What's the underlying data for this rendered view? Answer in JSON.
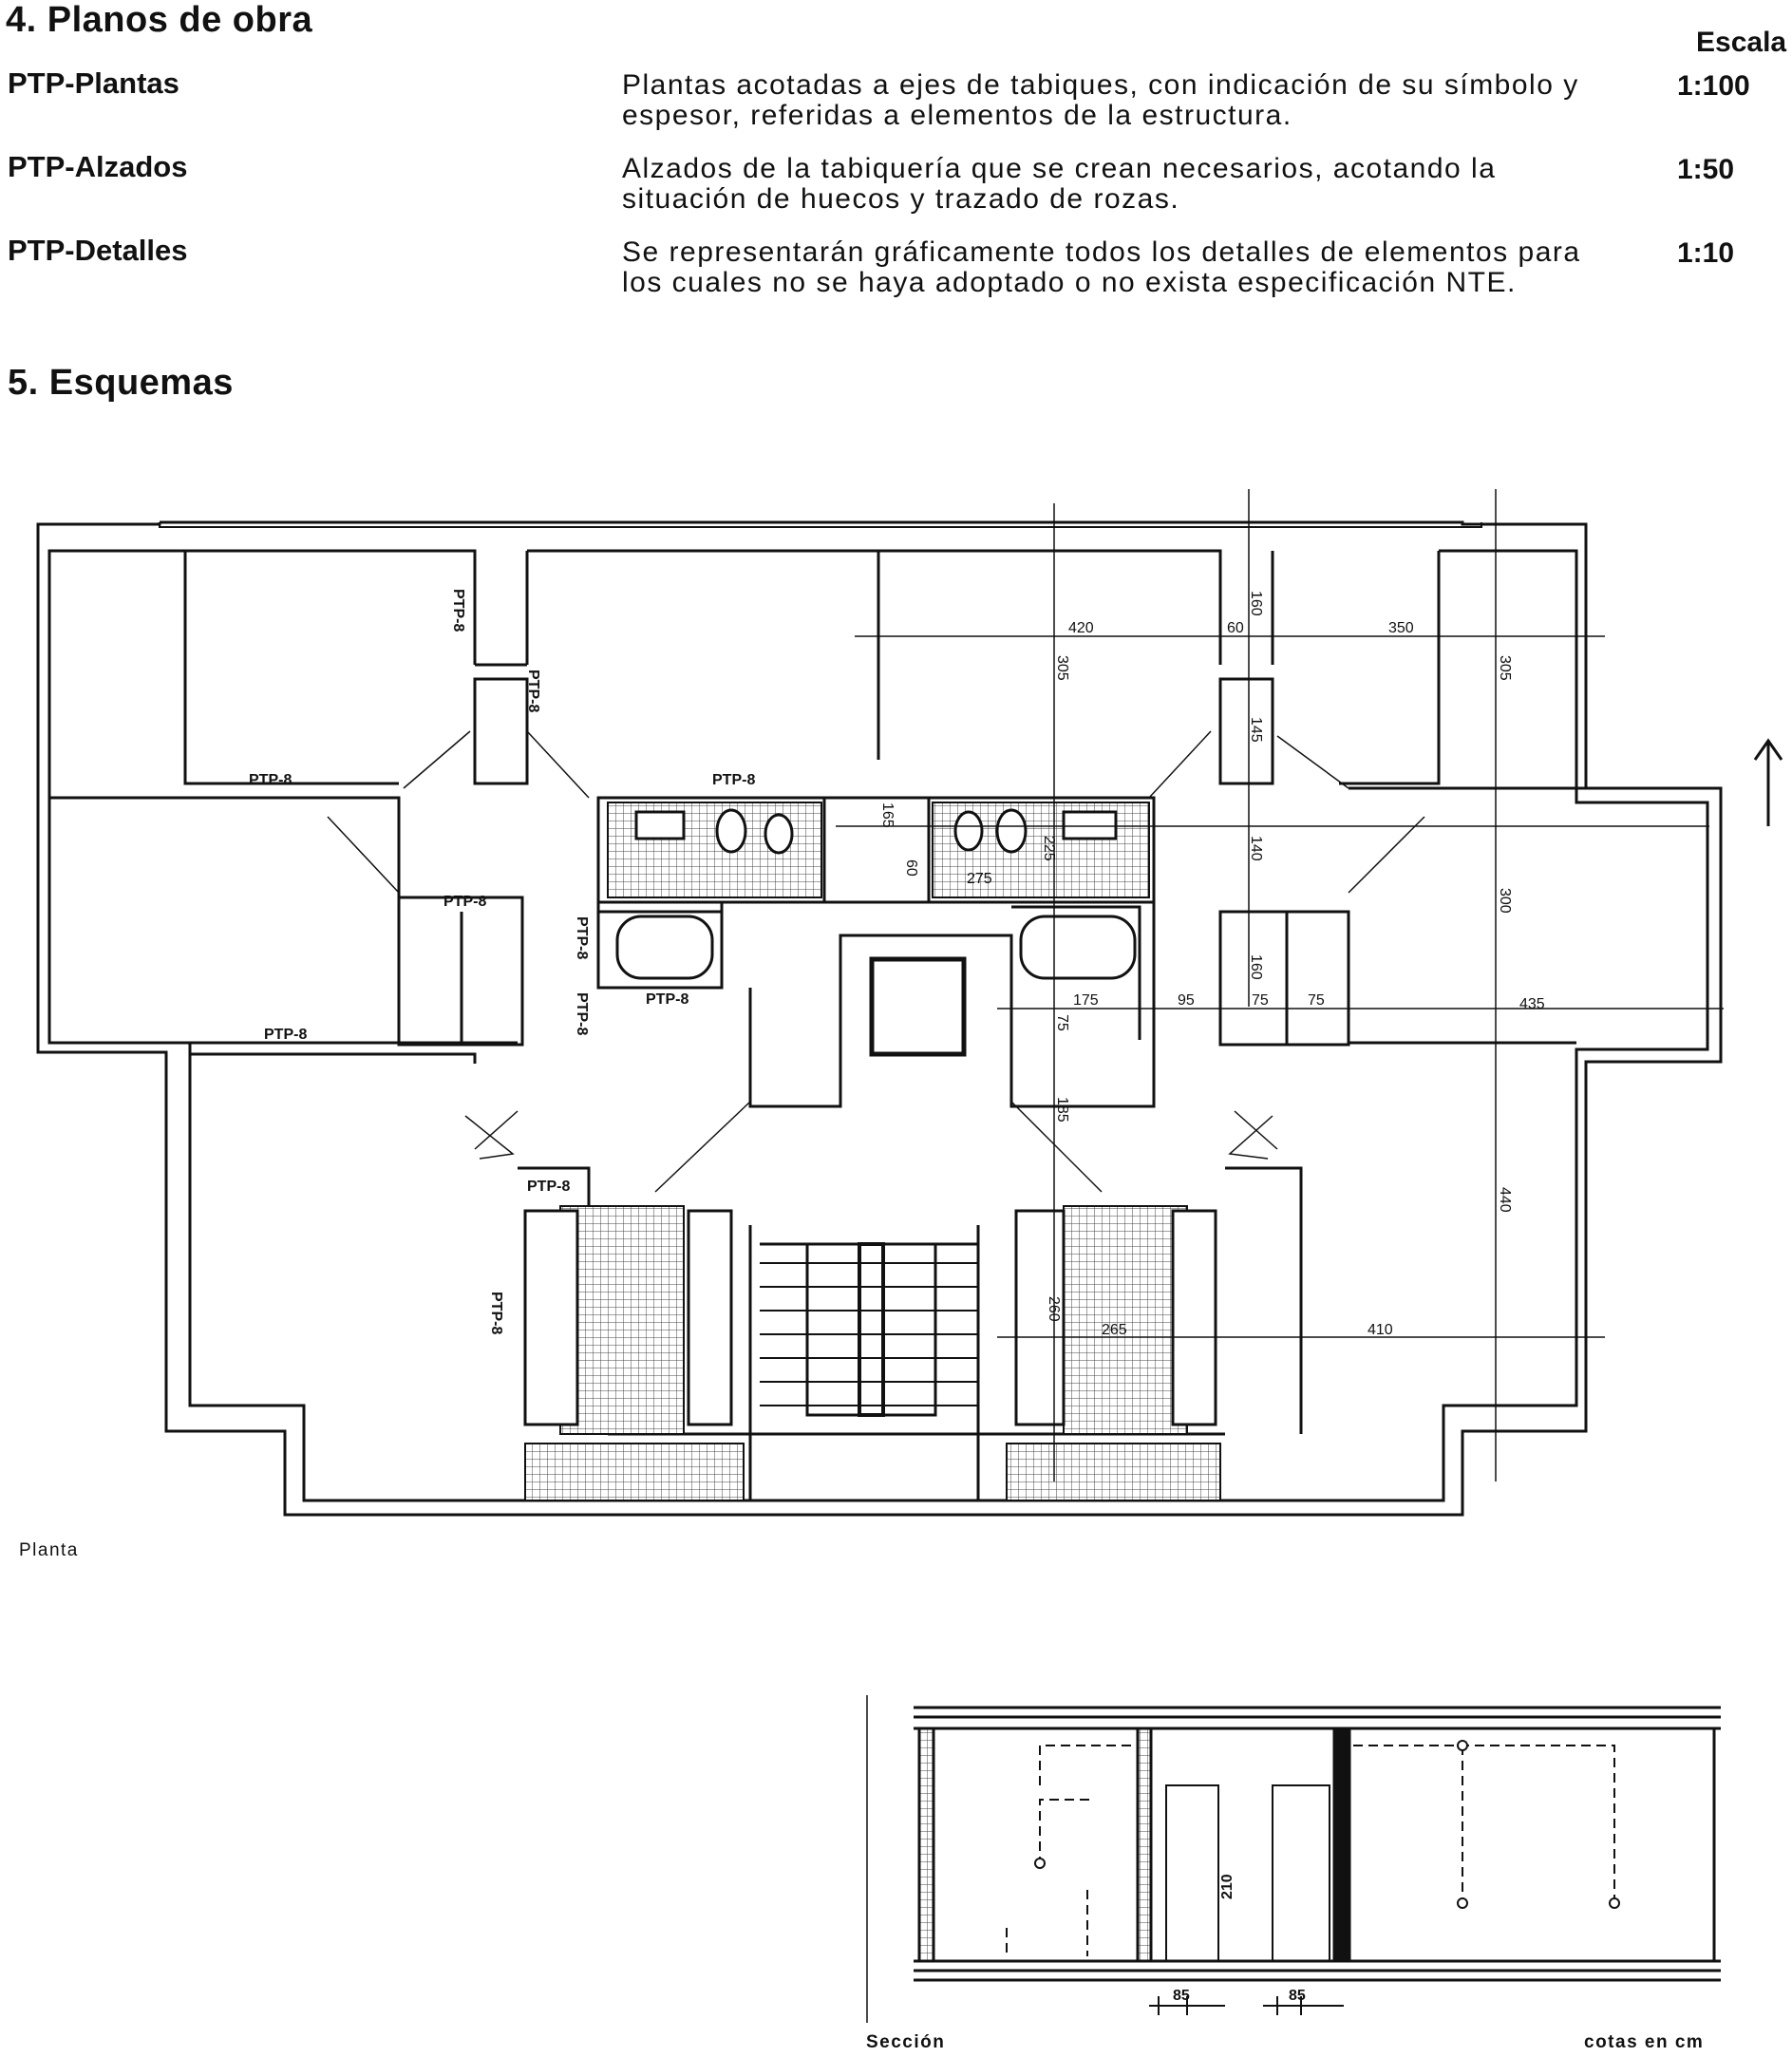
{
  "section4": {
    "heading": "4. Planos de obra",
    "scale_header": "Escala",
    "rows": [
      {
        "code": "PTP-Plantas",
        "desc": "Plantas acotadas a ejes de tabiques, con indicación de su símbolo y espesor, referidas a elementos de la estructura.",
        "scale": "1:100"
      },
      {
        "code": "PTP-Alzados",
        "desc": "Alzados de la tabiquería que se crean necesarios, acotando la situación de huecos y trazado de rozas.",
        "scale": "1:50"
      },
      {
        "code": "PTP-Detalles",
        "desc": "Se representarán gráficamente todos los detalles de elementos para los cuales no se haya adoptado o no exista especificación NTE.",
        "scale": "1:10"
      }
    ]
  },
  "section5": {
    "heading": "5. Esquemas"
  },
  "plan": {
    "caption": "Planta",
    "ptp_label": "PTP-8",
    "dims": {
      "d420": "420",
      "d60": "60",
      "d350": "350",
      "d160a": "160",
      "d305a": "305",
      "d305b": "305",
      "d145": "145",
      "d140": "140",
      "d300": "300",
      "d165": "165",
      "d225": "225",
      "d275": "275",
      "d60b": "60",
      "d160b": "160",
      "d175": "175",
      "d95": "95",
      "d75a": "75",
      "d75b": "75",
      "d435": "435",
      "d75c": "75",
      "d185": "185",
      "d440": "440",
      "d260": "260",
      "d265": "265",
      "d410": "410"
    }
  },
  "section": {
    "caption": "Sección",
    "units": "cotas en cm",
    "dims": {
      "d210": "210",
      "d85a": "85",
      "d85b": "85"
    }
  }
}
